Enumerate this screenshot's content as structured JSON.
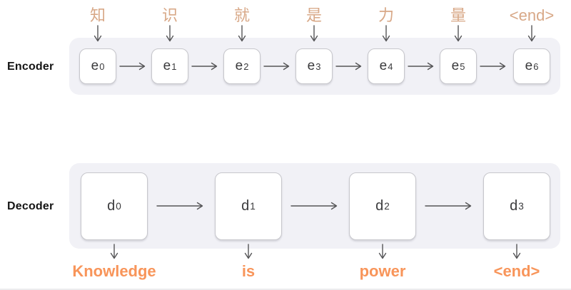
{
  "encoder": {
    "label": "Encoder",
    "input_tokens": [
      "知",
      "识",
      "就",
      "是",
      "力",
      "量",
      "<end>"
    ],
    "cells": [
      {
        "base": "e",
        "sub": "0"
      },
      {
        "base": "e",
        "sub": "1"
      },
      {
        "base": "e",
        "sub": "2"
      },
      {
        "base": "e",
        "sub": "3"
      },
      {
        "base": "e",
        "sub": "4"
      },
      {
        "base": "e",
        "sub": "5"
      },
      {
        "base": "e",
        "sub": "6"
      }
    ]
  },
  "decoder": {
    "label": "Decoder",
    "cells": [
      {
        "base": "d",
        "sub": "0"
      },
      {
        "base": "d",
        "sub": "1"
      },
      {
        "base": "d",
        "sub": "2"
      },
      {
        "base": "d",
        "sub": "3"
      }
    ],
    "output_tokens": [
      "Knowledge",
      "is",
      "power",
      "<end>"
    ]
  },
  "colors": {
    "input_token": "#d8a887",
    "output_token": "#f8955a",
    "band_background": "#f1f1f6",
    "cell_border": "#c7c7cc",
    "arrow": "#555557"
  }
}
